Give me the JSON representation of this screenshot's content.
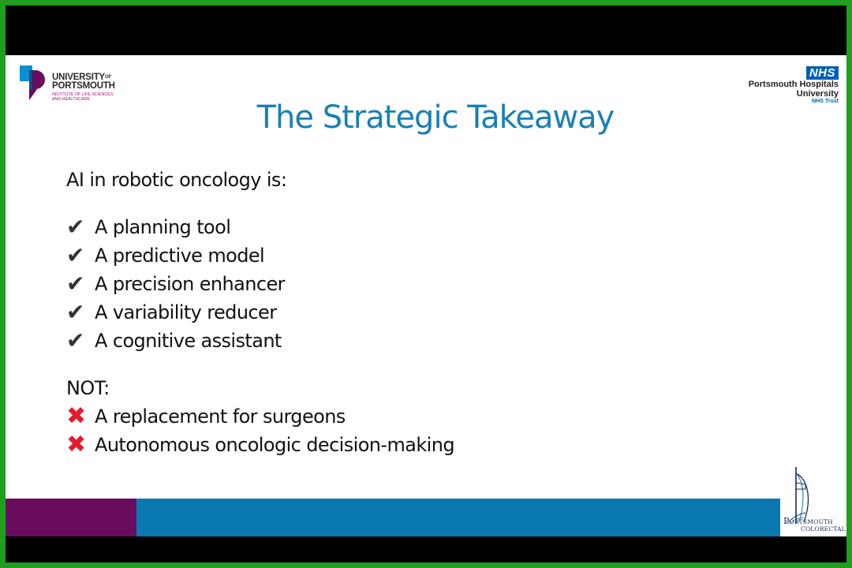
{
  "header": {
    "university_logo": {
      "line1": "UNIVERSITY",
      "of": "OF",
      "line2": "PORTSMOUTH",
      "sub1": "INSTITUTE OF LIFE SCIENCES",
      "sub2": "AND HEALTHCARE"
    },
    "nhs_logo": {
      "badge": "NHS",
      "line1": "Portsmouth Hospitals",
      "line2": "University",
      "line3": "NHS Trust",
      "badge_color": "#005eb8"
    }
  },
  "slide": {
    "title": "The Strategic Takeaway",
    "intro": "AI in robotic oncology is:",
    "positives": [
      {
        "icon": "check-icon",
        "text": "A planning tool"
      },
      {
        "icon": "check-icon",
        "text": "A predictive model"
      },
      {
        "icon": "check-icon",
        "text": "A precision enhancer"
      },
      {
        "icon": "check-icon",
        "text": "A variability reducer"
      },
      {
        "icon": "check-icon",
        "text": "A cognitive assistant"
      }
    ],
    "not_label": "NOT:",
    "negatives": [
      {
        "icon": "cross-icon",
        "text": "A replacement for surgeons"
      },
      {
        "icon": "cross-icon",
        "text": "Autonomous oncologic decision-making"
      }
    ]
  },
  "footer": {
    "colorectal_logo": {
      "big_letter": "P",
      "line1": "ORTSMOUTH",
      "line2": "COLORECTAL"
    }
  },
  "colors": {
    "title": "#1a7fb5",
    "check": "#333333",
    "cross": "#e8192c",
    "bar_purple": "#6a0d5e",
    "bar_blue": "#0a78b0",
    "frame": "#1f9e1f"
  }
}
